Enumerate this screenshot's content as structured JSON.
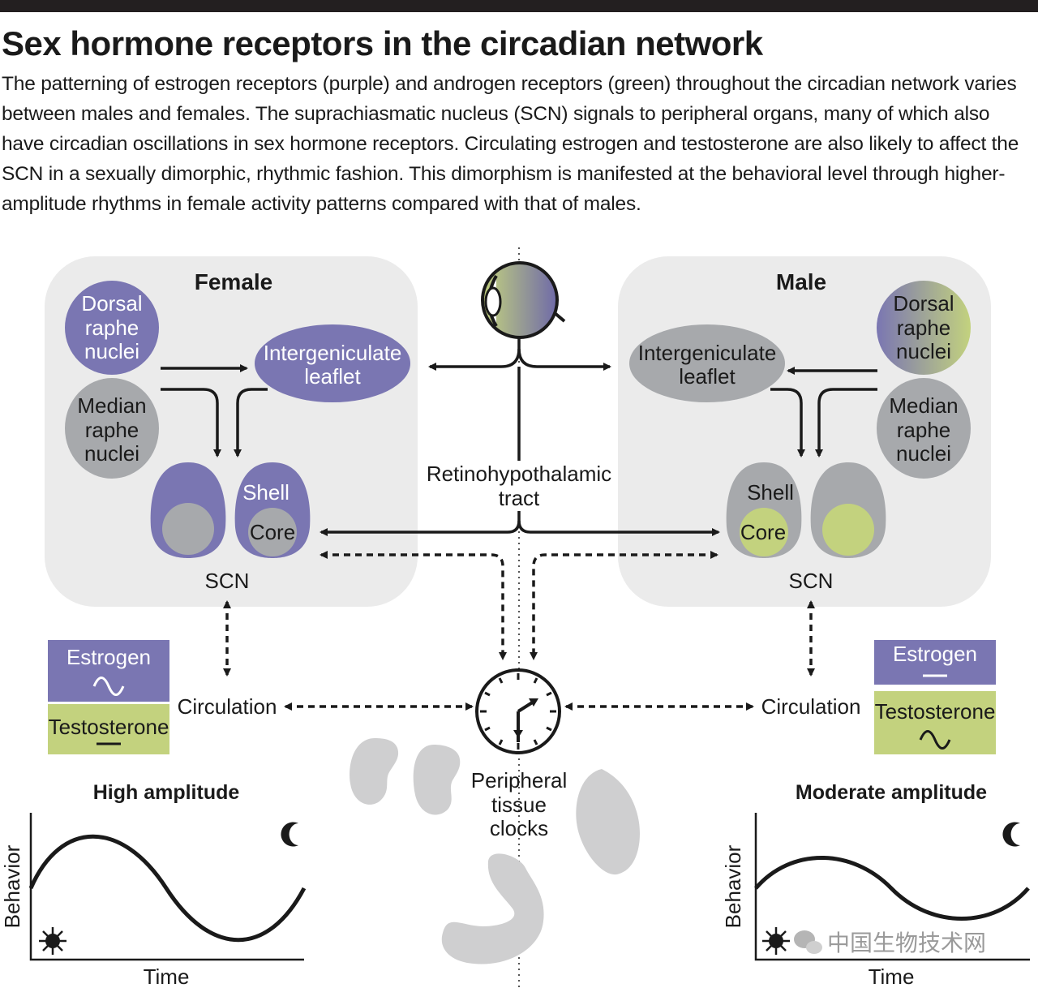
{
  "title": "Sex hormone receptors in the circadian network",
  "caption": "The patterning of estrogen receptors (purple) and androgen receptors (green) throughout the circadian network varies between males and females. The suprachiasmatic nucleus (SCN) signals to peripheral organs, many of which also have circadian oscillations in sex hormone receptors. Circulating estrogen and testosterone are also likely to affect the SCN in a sexually dimorphic, rhythmic fashion. This dimorphism is manifested at the behavioral level through higher-amplitude rhythms in female activity patterns compared with that of males.",
  "colors": {
    "estrogen_purple": "#7a76b2",
    "androgen_green": "#c3d27e",
    "neutral_gray": "#a7a9ac",
    "panel_bg": "#ebebeb"
  },
  "female": {
    "header": "Female",
    "dorsal": [
      "Dorsal",
      "raphe",
      "nuclei"
    ],
    "median": [
      "Median",
      "raphe",
      "nuclei"
    ],
    "igl": [
      "Intergeniculate",
      "leaflet"
    ],
    "shell": "Shell",
    "core": "Core",
    "scn": "SCN",
    "estrogen": "Estrogen",
    "testosterone": "Testosterone",
    "circulation": "Circulation",
    "amplitude": "High amplitude",
    "ylabel": "Behavior",
    "xlabel": "Time"
  },
  "male": {
    "header": "Male",
    "dorsal": [
      "Dorsal",
      "raphe",
      "nuclei"
    ],
    "median": [
      "Median",
      "raphe",
      "nuclei"
    ],
    "igl": [
      "Intergeniculate",
      "leaflet"
    ],
    "shell": "Shell",
    "core": "Core",
    "scn": "SCN",
    "estrogen": "Estrogen",
    "testosterone": "Testosterone",
    "circulation": "Circulation",
    "amplitude": "Moderate amplitude",
    "ylabel": "Behavior",
    "xlabel": "Time"
  },
  "center": {
    "rht": [
      "Retinohypothalamic",
      "tract"
    ],
    "peripheral": [
      "Peripheral",
      "tissue",
      "clocks"
    ]
  },
  "watermark": "中国生物技术网"
}
